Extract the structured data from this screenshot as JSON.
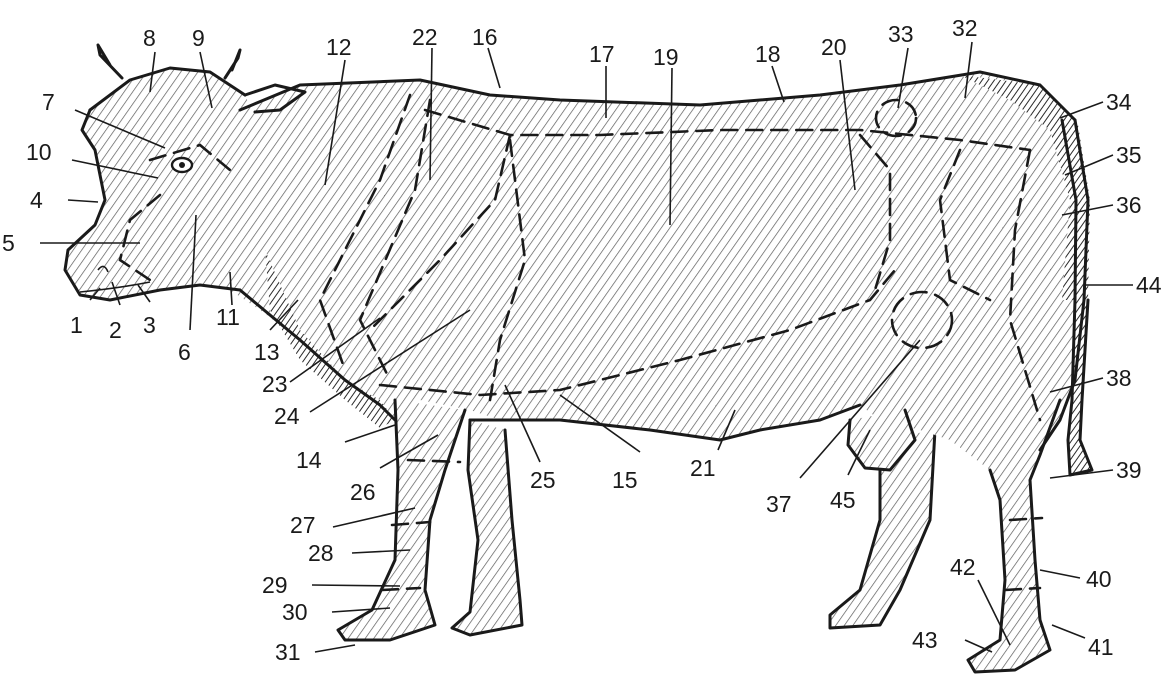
{
  "labels": [
    "1",
    "2",
    "3",
    "4",
    "5",
    "6",
    "7",
    "8",
    "9",
    "10",
    "11",
    "12",
    "13",
    "14",
    "15",
    "16",
    "17",
    "18",
    "19",
    "20",
    "21",
    "22",
    "23",
    "24",
    "25",
    "26",
    "27",
    "28",
    "29",
    "30",
    "31",
    "32",
    "33",
    "34",
    "35",
    "36",
    "37",
    "38",
    "39",
    "40",
    "41",
    "42",
    "43",
    "44",
    "45"
  ],
  "colors": {
    "ink": "#1a1a1a",
    "paper": "#ffffff"
  }
}
